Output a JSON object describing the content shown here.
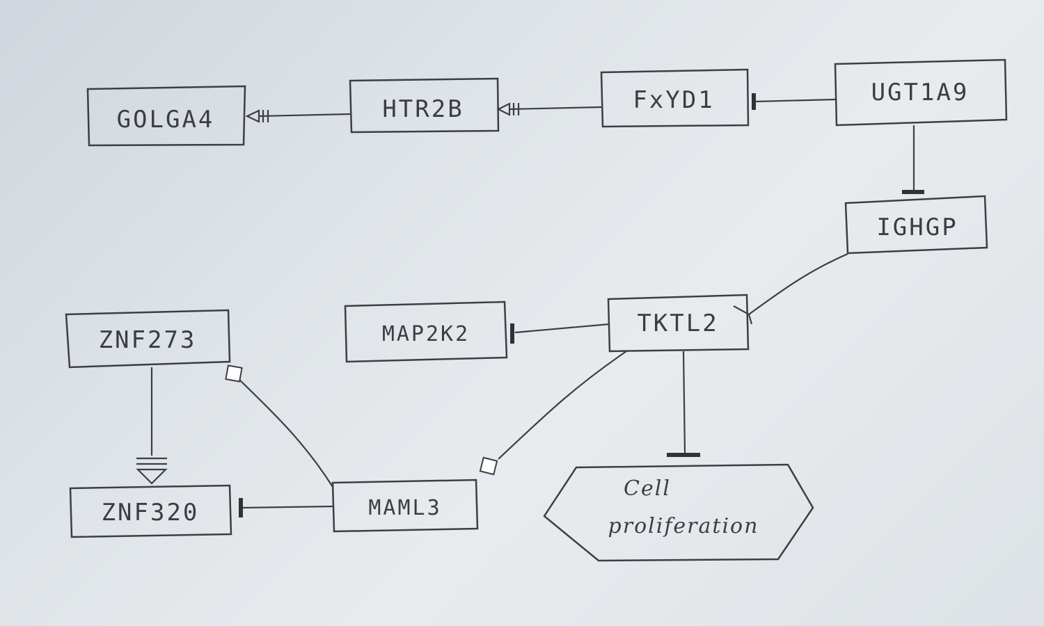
{
  "nodes": {
    "golga4": "GOLGA4",
    "htr2b": "HTR2B",
    "fxyd1": "FxYD1",
    "ugt1a9": "UGT1A9",
    "ighgp": "IGHGP",
    "tktl2": "TKTL2",
    "map2k2": "MAP2K2",
    "znf273": "ZNF273",
    "znf320": "ZNF320",
    "maml3": "MAML3"
  },
  "process": {
    "line1": "Cell",
    "line2": "proliferation"
  },
  "colors": {
    "ink": "#3b3e43",
    "paper": "#e3e7ea"
  }
}
